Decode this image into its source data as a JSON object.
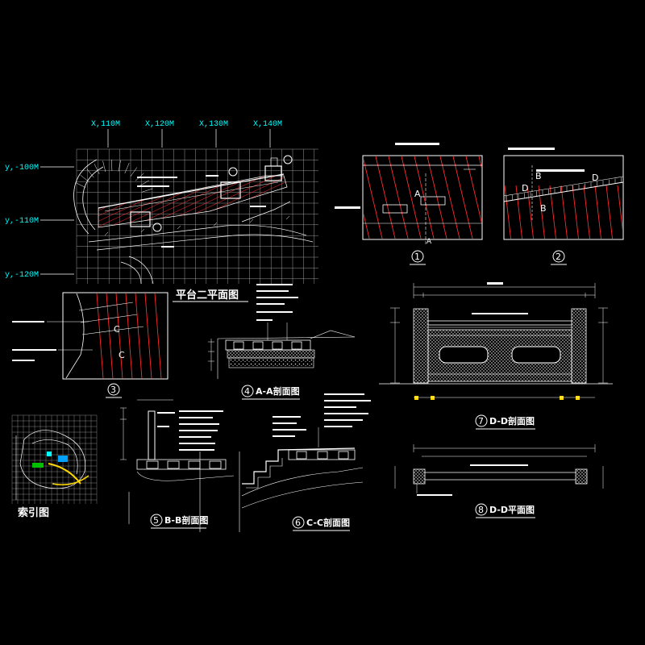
{
  "plan": {
    "x_axis_labels": [
      "X,110M",
      "X,120M",
      "X,130M",
      "X,140M"
    ],
    "y_axis_labels": [
      "y,-100M",
      "y,-110M",
      "y,-120M"
    ],
    "title": "平台二平面图"
  },
  "details": [
    {
      "id": "detail-1",
      "number": "1",
      "markers": [
        "A",
        "A"
      ]
    },
    {
      "id": "detail-2",
      "number": "2",
      "markers": [
        "B",
        "B",
        "D",
        "D"
      ]
    },
    {
      "id": "detail-3",
      "number": "3",
      "markers": [
        "C",
        "C"
      ]
    }
  ],
  "sections": {
    "aa": {
      "number": "4",
      "title": "A-A剖面图"
    },
    "bb": {
      "number": "5",
      "title": "B-B剖面图"
    },
    "cc": {
      "number": "6",
      "title": "C-C剖面图"
    },
    "dd_section": {
      "number": "7",
      "title": "D-D剖面图"
    },
    "dd_plan": {
      "number": "8",
      "title": "D-D平面图"
    }
  },
  "index": {
    "title": "索引图"
  },
  "colors": {
    "background": "#000000",
    "axis_label": "#00ffff",
    "line": "#ffffff",
    "hatch_red": "#ff2a2a",
    "grid": "#cfcfcf"
  }
}
